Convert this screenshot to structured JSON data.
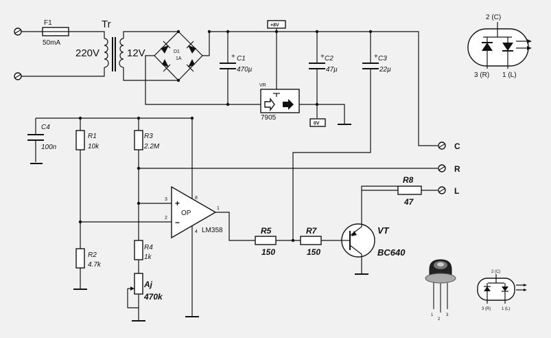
{
  "fuse": {
    "ref": "F1",
    "value": "50mA"
  },
  "transformer": {
    "ref": "Tr",
    "primary": "220V",
    "secondary": "12V"
  },
  "bridge": {
    "ref": "D1",
    "value": "1A"
  },
  "capacitors": [
    {
      "ref": "C1",
      "value": "470µ"
    },
    {
      "ref": "C2",
      "value": "47µ"
    },
    {
      "ref": "C3",
      "value": "22µ"
    },
    {
      "ref": "C4",
      "value": "100n"
    }
  ],
  "regulator": {
    "ref": "VR",
    "part": "7905"
  },
  "rail_tags": {
    "positive": "+8V",
    "zero": "0V"
  },
  "resistors": {
    "r1": {
      "ref": "R1",
      "value": "10k"
    },
    "r2": {
      "ref": "R2",
      "value": "4.7k"
    },
    "r3": {
      "ref": "R3",
      "value": "2.2M"
    },
    "r4": {
      "ref": "R4",
      "value": "1k"
    },
    "r5": {
      "ref": "R5",
      "value": "150"
    },
    "r7": {
      "ref": "R7",
      "value": "150"
    },
    "r8": {
      "ref": "R8",
      "value": "47"
    },
    "aj": {
      "ref": "Aj",
      "value": "470k"
    }
  },
  "opamp": {
    "ref": "OP",
    "part": "LM358",
    "pins": [
      "3",
      "2",
      "8",
      "4",
      "1"
    ],
    "plus": "+",
    "minus": "−"
  },
  "transistor": {
    "ref": "VT",
    "part": "BC640"
  },
  "terminals": [
    "C",
    "R",
    "L"
  ],
  "led_pinout": {
    "top": "2 (C)",
    "left": "3 (R)",
    "right": "1 (L)"
  },
  "package": {
    "pins": [
      "1",
      "2",
      "3"
    ]
  },
  "polarity_mark": "+"
}
